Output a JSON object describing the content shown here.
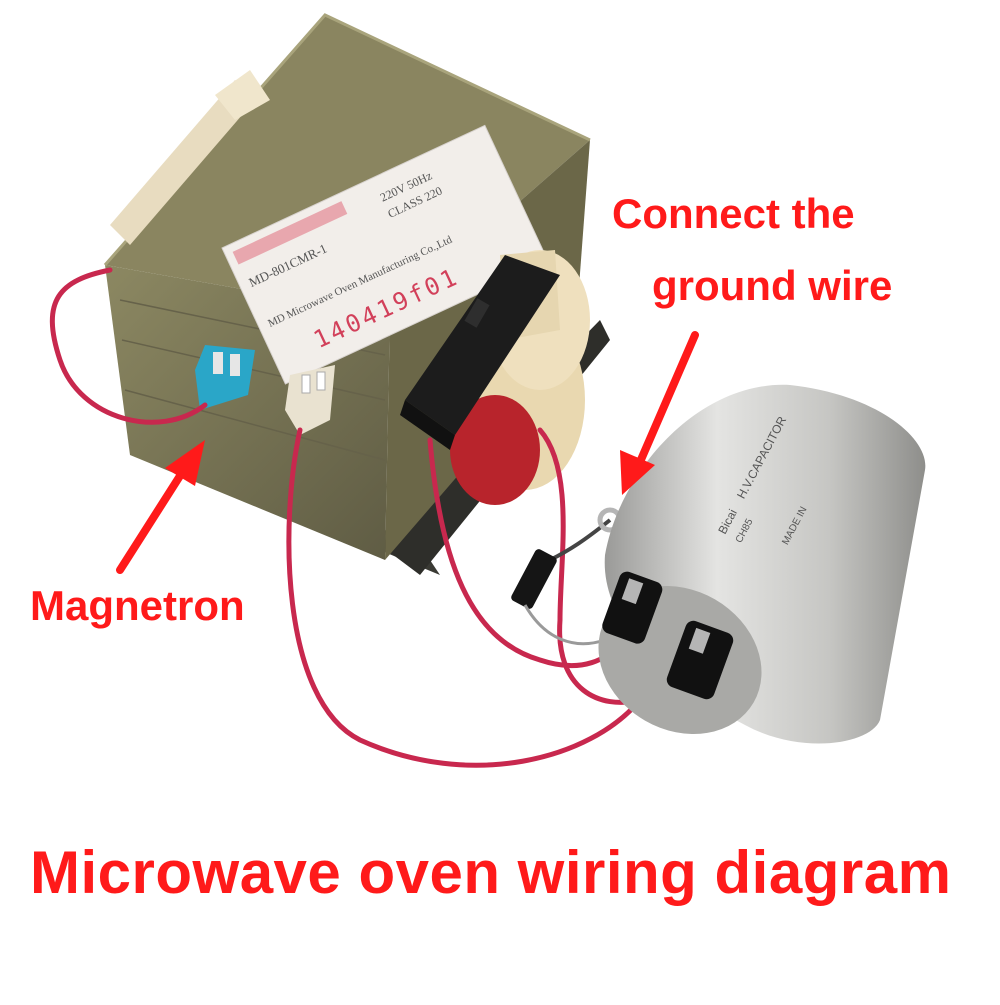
{
  "annotations": {
    "ground_line1": "Connect the",
    "ground_line2": "ground wire",
    "magnetron": "Magnetron"
  },
  "caption": "Microwave oven wiring diagram",
  "transformer_label": {
    "model": "MD-801CMR-1",
    "rating": "220V 50Hz",
    "class": "CLASS 220",
    "maker": "MD Microwave Oven Manufacturing Co.,Ltd",
    "date_code": "140419f01"
  },
  "capacitor_label": {
    "brand": "Bicai",
    "type": "H.V.CAPACITOR",
    "code": "CH85",
    "origin": "MADE IN"
  },
  "colors": {
    "annotation": "#ff1a1a",
    "wire": "#c8284e",
    "transformer_body": "#7a7550",
    "capacitor_body": "#cfcfcc"
  }
}
